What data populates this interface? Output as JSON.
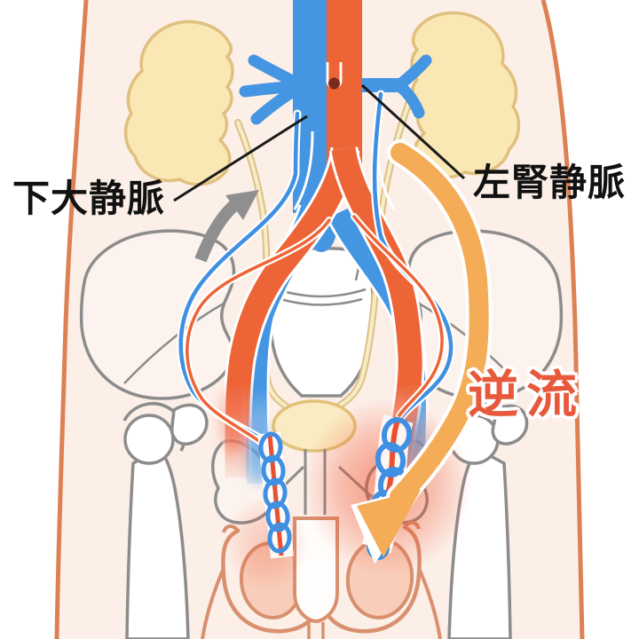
{
  "labels": {
    "inferior_vena_cava": "下大静脈",
    "left_renal_vein": "左腎静脈",
    "reflux": "逆流"
  },
  "icons": {
    "up_flow_arrow": "normal-venous-flow-direction-arrow",
    "reflux_arrow": "downward-reflux-flow-arrow"
  },
  "colors": {
    "vein_blue": "#4495E2",
    "vein_blue_line": "#3F8FE2",
    "artery_orange": "#ED6437",
    "artery_red_line": "#E8502F",
    "kidney_fill": "#F9E7B4",
    "kidney_outline": "#E0C07E",
    "ureter_outline": "#DCC184",
    "ureter_inner": "#F7ECC8",
    "bladder_fill": "#FBEBC2",
    "body_fill": "#FCEFE8",
    "body_outline": "#DD8155",
    "bone_fill": "#FDF3EE",
    "bone_outline": "#8C8C8C",
    "flow_arrow_gray": "#8F8F8F",
    "reflux_arrow_orange": "#F4AC56",
    "reflux_text": "#E8593B",
    "label_text": "#111111",
    "glow_red": "#F04C28",
    "compression_point": "#7D2A1C",
    "testis_fill": "#F8CDBA",
    "genital_outline": "#D8906F",
    "leader_line": "#1A1A1A"
  }
}
